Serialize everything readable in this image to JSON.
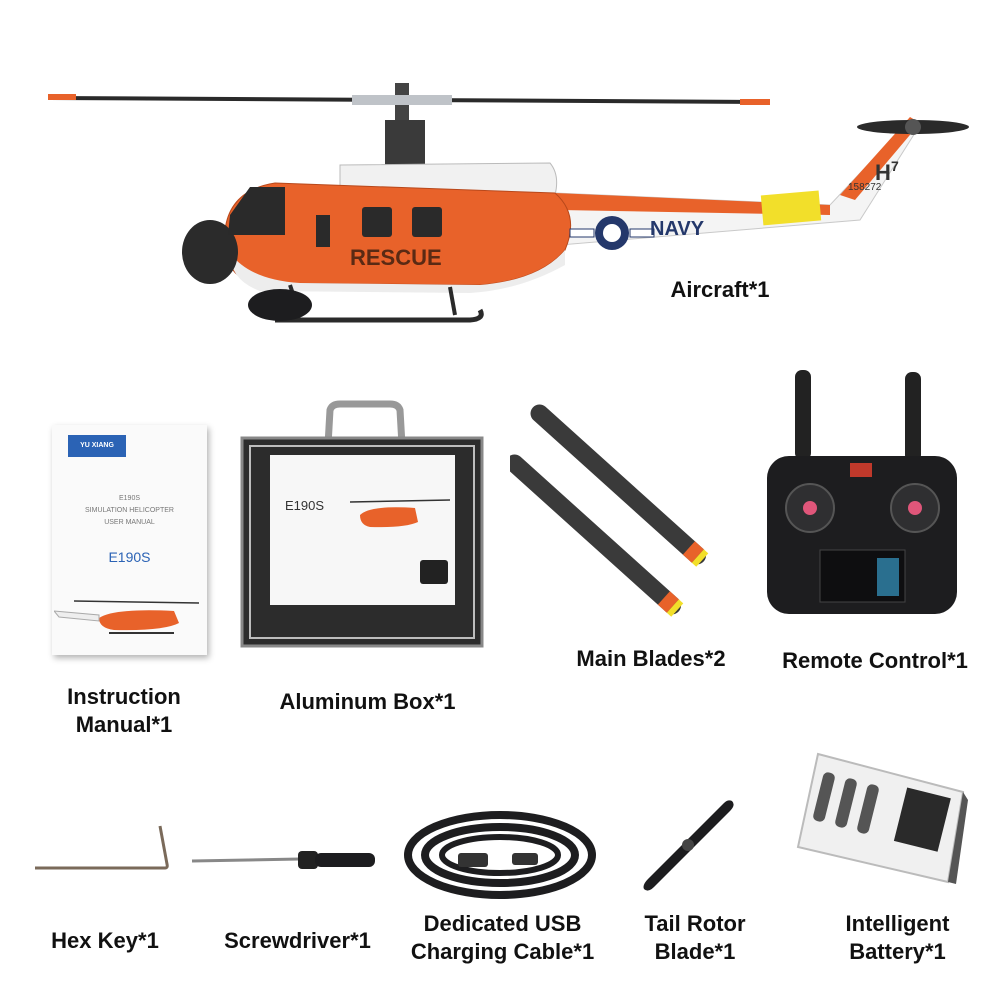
{
  "labels": {
    "aircraft": "Aircraft*1",
    "manual_line1": "Instruction",
    "manual_line2": "Manual*1",
    "box": "Aluminum Box*1",
    "blades": "Main Blades*2",
    "remote": "Remote Control*1",
    "hexkey": "Hex Key*1",
    "screwdriver": "Screwdriver*1",
    "cable_line1": "Dedicated USB",
    "cable_line2": "Charging Cable*1",
    "tail_line1": "Tail Rotor",
    "tail_line2": "Blade*1",
    "battery_line1": "Intelligent",
    "battery_line2": "Battery*1"
  },
  "helicopter": {
    "rescue": "RESCUE",
    "navy": "NAVY",
    "tail_code": "H",
    "tail_sup": "7",
    "serial": "158272"
  },
  "manual": {
    "brand": "YU XIANG",
    "line1": "E190S",
    "line2": "SIMULATION HELICOPTER",
    "line3": "USER MANUAL",
    "model": "E190S"
  },
  "box": {
    "model": "E190S"
  },
  "colors": {
    "orange": "#e8622a",
    "navy_blue": "#24386b",
    "yellow": "#f2df2a",
    "dark": "#1d1d1f",
    "manual_blue": "#2b63b5"
  }
}
